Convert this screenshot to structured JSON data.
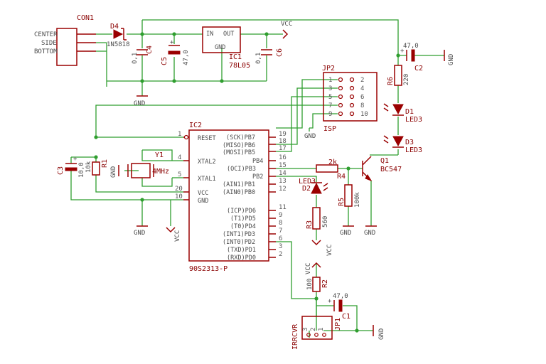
{
  "con1": {
    "ref": "CON1",
    "pins": [
      "CENTER",
      "SIDE",
      "BOTTOM"
    ]
  },
  "d4": {
    "ref": "D4",
    "value": "1N5818"
  },
  "c4": {
    "ref": "C4",
    "value": "0,1"
  },
  "c5": {
    "ref": "C5",
    "value": "47,0"
  },
  "ic1": {
    "ref": "IC1",
    "value": "78L05",
    "in": "IN",
    "out": "OUT",
    "gnd": "GND"
  },
  "c6": {
    "ref": "C6",
    "value": "0,1"
  },
  "c2": {
    "ref": "C2",
    "value": "47,0"
  },
  "r6": {
    "ref": "R6",
    "value": "220"
  },
  "d1": {
    "ref": "D1",
    "value": "LED3"
  },
  "d3": {
    "ref": "D3",
    "value": "LED3"
  },
  "q1": {
    "ref": "Q1",
    "value": "BC547"
  },
  "r4": {
    "ref": "R4",
    "value": "2k"
  },
  "r5": {
    "ref": "R5",
    "value": "100k"
  },
  "d2": {
    "ref": "D2",
    "value": "LED3"
  },
  "r3": {
    "ref": "R3",
    "value": "560"
  },
  "jp2": {
    "ref": "JP2",
    "label": "ISP",
    "pins_left": [
      "1",
      "3",
      "5",
      "7",
      "9"
    ],
    "pins_right": [
      "2",
      "4",
      "6",
      "8",
      "10"
    ]
  },
  "ic2": {
    "ref": "IC2",
    "value": "90S2313-P",
    "left_pins": [
      {
        "num": "1",
        "name": "RESET"
      },
      {
        "num": "4",
        "name": "XTAL2"
      },
      {
        "num": "5",
        "name": "XTAL1"
      },
      {
        "num": "20",
        "name": "VCC"
      },
      {
        "num": "10",
        "name": "GND"
      }
    ],
    "right_pins": [
      {
        "num": "19",
        "name": "(SCK)PB7"
      },
      {
        "num": "18",
        "name": "(MISO)PB6"
      },
      {
        "num": "17",
        "name": "(MOSI)PB5"
      },
      {
        "num": "16",
        "name": "PB4"
      },
      {
        "num": "15",
        "name": "(OCI)PB3"
      },
      {
        "num": "14",
        "name": "PB2"
      },
      {
        "num": "13",
        "name": "(AIN1)PB1"
      },
      {
        "num": "12",
        "name": "(AIN0)PB0"
      },
      {
        "num": "11",
        "name": "(ICP)PD6"
      },
      {
        "num": "9",
        "name": "(T1)PD5"
      },
      {
        "num": "8",
        "name": "(T0)PD4"
      },
      {
        "num": "7",
        "name": "(INT1)PD3"
      },
      {
        "num": "6",
        "name": "(INT0)PD2"
      },
      {
        "num": "3",
        "name": "(TXD)PD1"
      },
      {
        "num": "2",
        "name": "(RXD)PD0"
      }
    ]
  },
  "y1": {
    "ref": "Y1",
    "value": "4MHz"
  },
  "c3": {
    "ref": "C3",
    "value": "10,0"
  },
  "r1": {
    "ref": "R1",
    "value": "10k"
  },
  "r2": {
    "ref": "R2",
    "value": "100"
  },
  "c1": {
    "ref": "C1",
    "value": "47,0"
  },
  "jp1": {
    "ref": "JP1",
    "label": "IRRCVR",
    "pins": [
      "3",
      "2",
      "1"
    ]
  },
  "nets": {
    "vcc": "VCC",
    "gnd": "GND"
  }
}
